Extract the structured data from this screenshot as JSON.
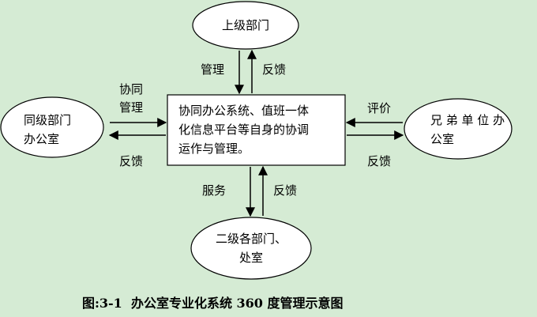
{
  "nodes": {
    "top": "上级部门",
    "left": [
      "同级部门",
      "办公室"
    ],
    "center": [
      "协同办公系统、值班一体",
      "化信息平台等自身的协调",
      "运作与管理。"
    ],
    "right": [
      "兄 弟 单 位 办",
      "公室"
    ],
    "bottom": [
      "二级各部门、",
      "处室"
    ]
  },
  "edges": {
    "top_down": "管理",
    "top_up": "反馈",
    "left_in": [
      "协同",
      "管理"
    ],
    "left_out": "反馈",
    "right_in": "评价",
    "right_out": "反馈",
    "bottom_down": "服务",
    "bottom_up": "反馈"
  },
  "caption": "图:3-1  办公室专业化系统 360 度管理示意图"
}
